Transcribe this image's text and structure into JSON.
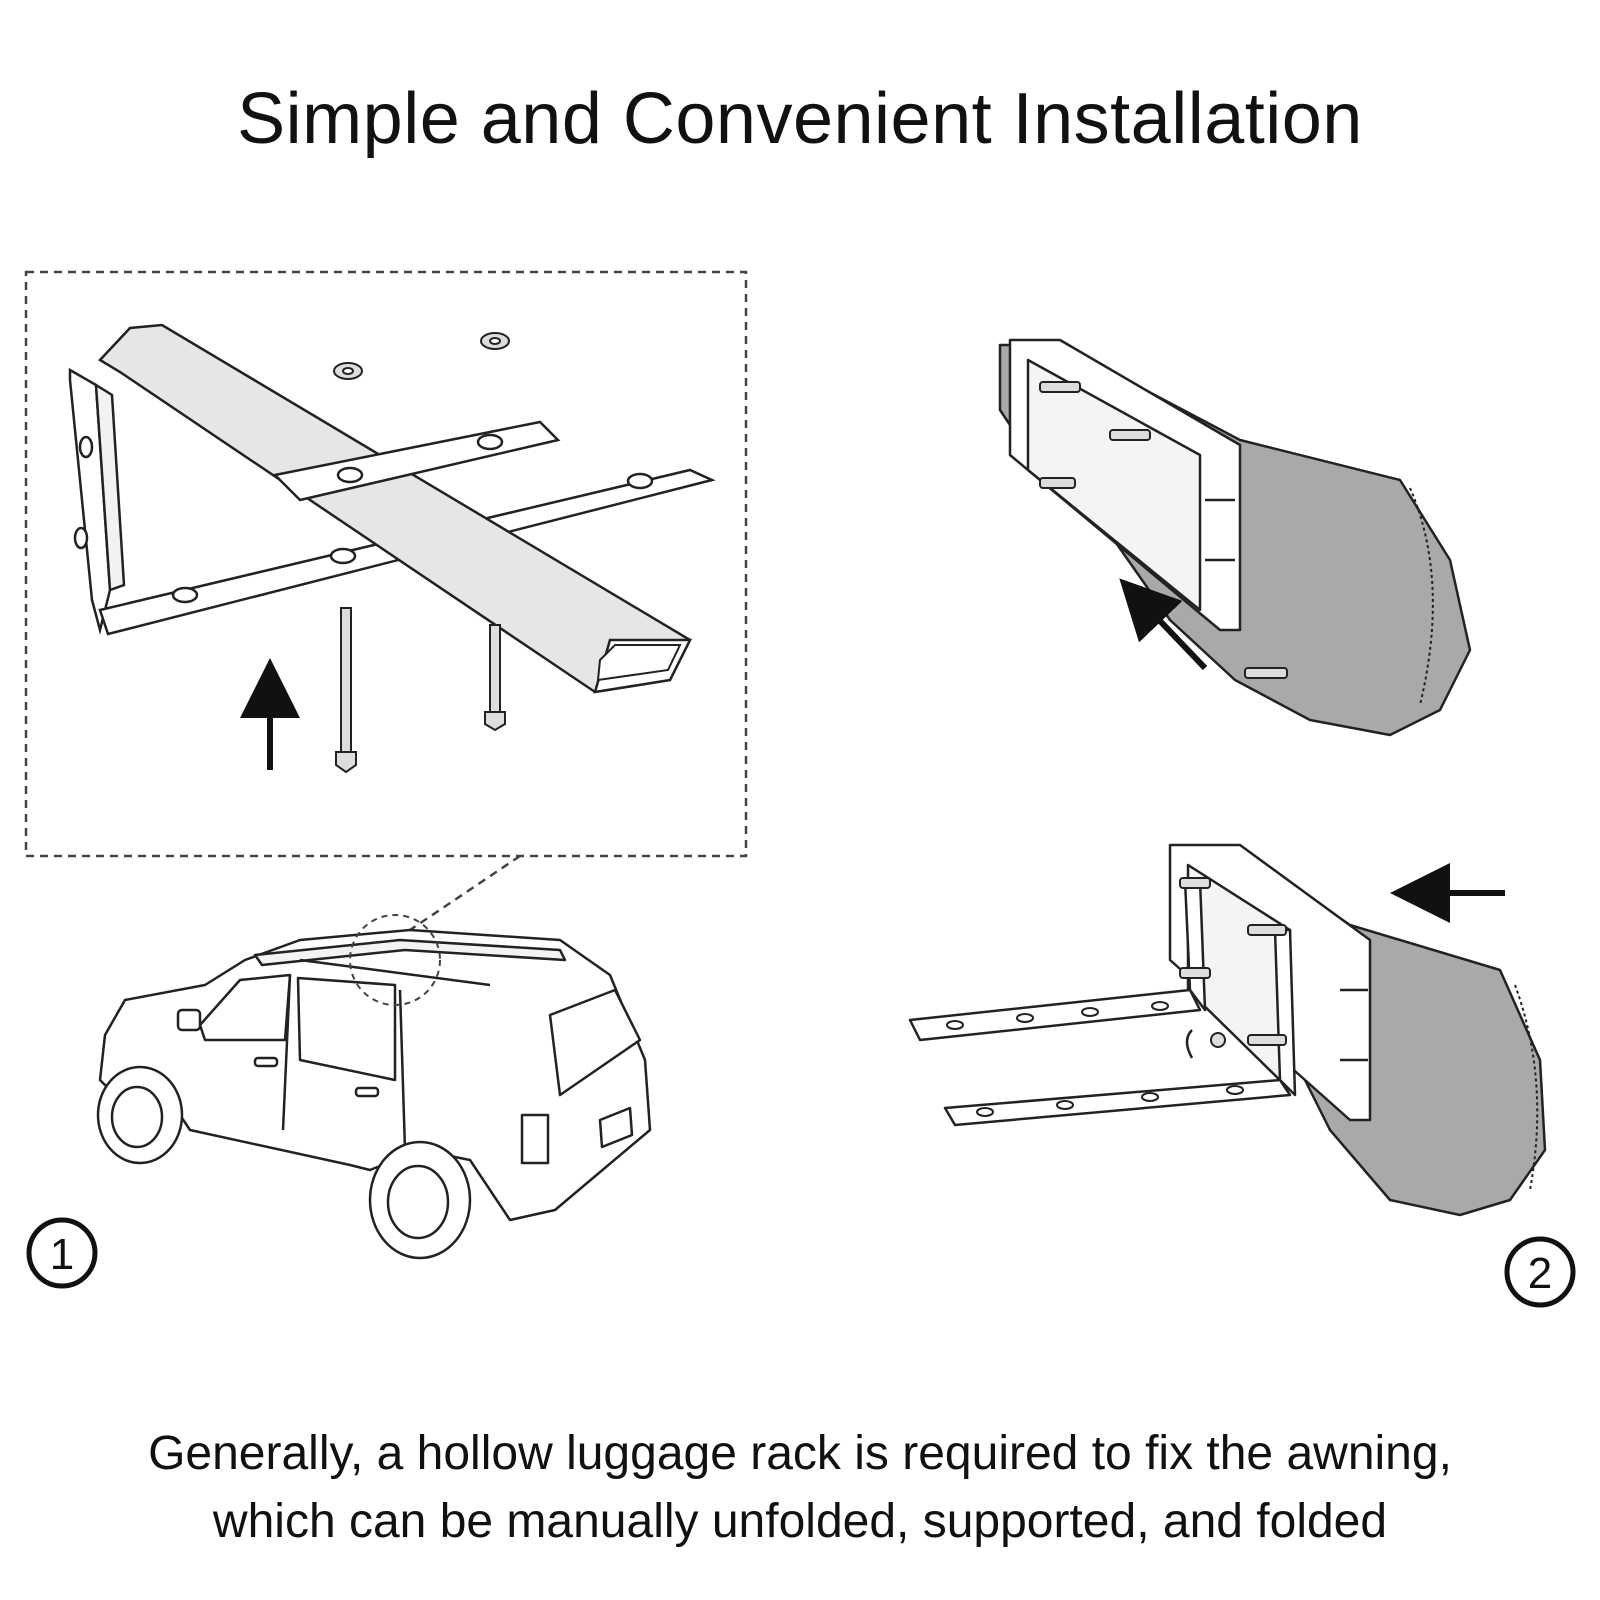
{
  "title": "Simple and Convenient Installation",
  "caption": {
    "line1": "Generally, a hollow luggage rack is required to fix the awning,",
    "line2": "which can be manually unfolded, supported, and folded"
  },
  "steps": [
    {
      "number": "1"
    },
    {
      "number": "2"
    }
  ],
  "colors": {
    "line": "#222222",
    "awning_fill": "#a9a9a9",
    "part_fill": "#e9e9e9"
  }
}
